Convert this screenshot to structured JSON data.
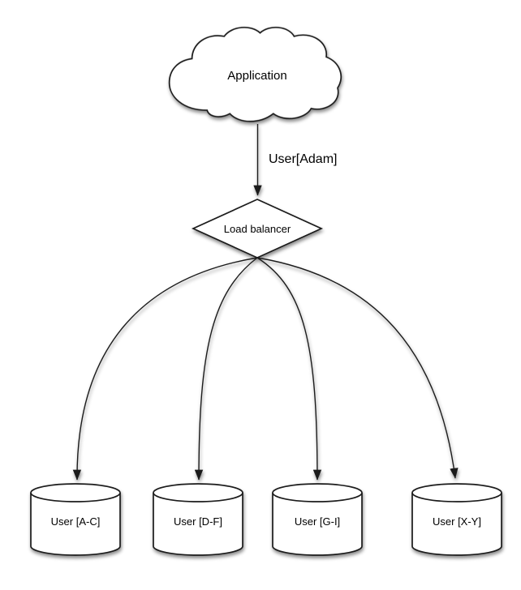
{
  "colors": {
    "stroke": "#1b1b1b",
    "shape_fill": "#ffffff",
    "text": "#000000",
    "background": "#ffffff"
  },
  "nodes": {
    "application": {
      "label": "Application",
      "shape": "cloud"
    },
    "load_balancer": {
      "label": "Load balancer",
      "shape": "diamond"
    },
    "shards": [
      {
        "label": "User [A-C]",
        "shape": "database-cylinder"
      },
      {
        "label": "User [D-F]",
        "shape": "database-cylinder"
      },
      {
        "label": "User [G-I]",
        "shape": "database-cylinder"
      },
      {
        "label": "User [X-Y]",
        "shape": "database-cylinder"
      }
    ]
  },
  "edges": {
    "app_to_balancer": {
      "label": "User[Adam]",
      "from": "Application",
      "to": "Load balancer"
    },
    "balancer_to_shards": [
      {
        "from": "Load balancer",
        "to": "User [A-C]"
      },
      {
        "from": "Load balancer",
        "to": "User [D-F]"
      },
      {
        "from": "Load balancer",
        "to": "User [G-I]"
      },
      {
        "from": "Load balancer",
        "to": "User [X-Y]"
      }
    ]
  }
}
